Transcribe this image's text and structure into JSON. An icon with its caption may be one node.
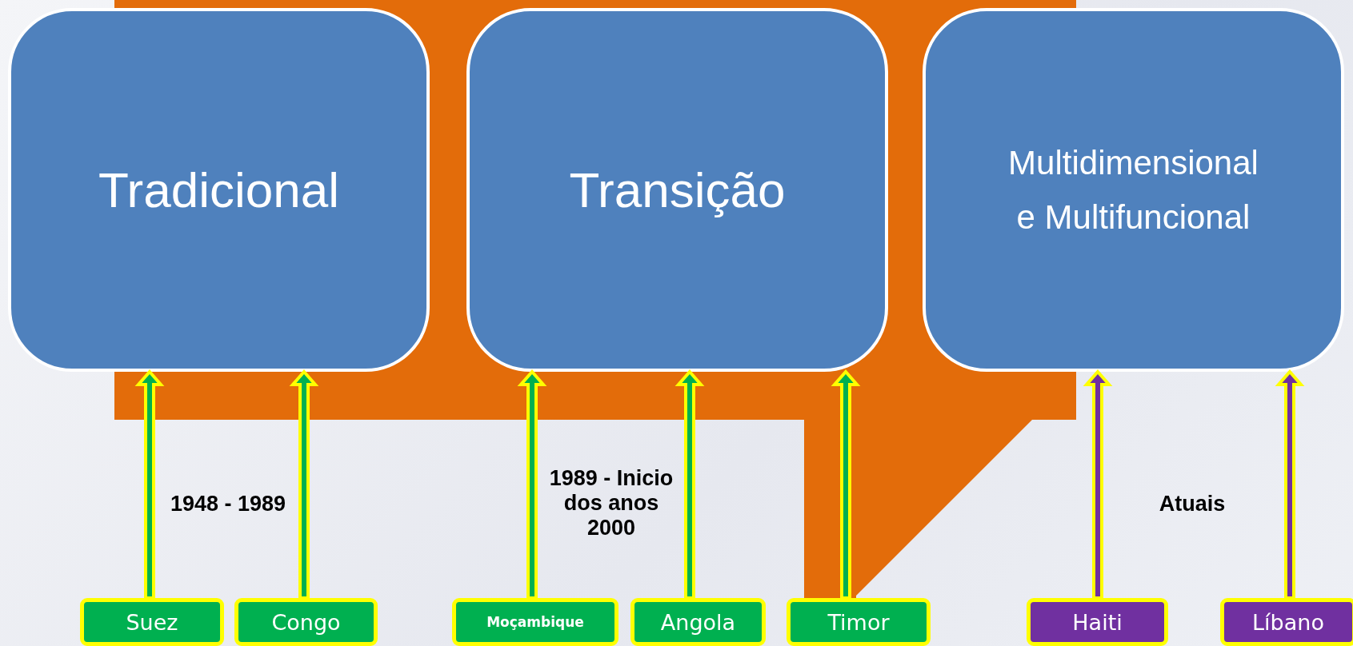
{
  "diagram": {
    "nodes": [
      {
        "text": [
          "Tradicional"
        ]
      },
      {
        "text": [
          "Transição"
        ]
      },
      {
        "text": [
          "Multidimensional e Multifuncional"
        ]
      },
      {
        "text": [
          "Suez"
        ]
      },
      {
        "text": [
          "Congo"
        ]
      },
      {
        "text": [
          "Moçambique"
        ]
      },
      {
        "text": [
          "Angola"
        ]
      },
      {
        "text": [
          "Timor"
        ]
      },
      {
        "text": [
          "Haiti"
        ]
      },
      {
        "text": [
          "Líbano"
        ]
      }
    ],
    "edges": [
      {
        "from": 3,
        "to": 0,
        "arrow": "to"
      },
      {
        "from": 4,
        "to": 0,
        "arrow": "to"
      },
      {
        "from": 5,
        "to": 1,
        "arrow": "to"
      },
      {
        "from": 6,
        "to": 1,
        "arrow": "to"
      },
      {
        "from": 7,
        "to": 1,
        "arrow": "to"
      },
      {
        "from": 8,
        "to": 2,
        "arrow": "to",
        "color": "#7030a0"
      },
      {
        "from": 9,
        "to": 2,
        "arrow": "to",
        "color": "#7030a0"
      }
    ],
    "labels": [
      "1948 - 1989",
      "1989 - Inicio dos anos 2000",
      "Atuais"
    ]
  }
}
